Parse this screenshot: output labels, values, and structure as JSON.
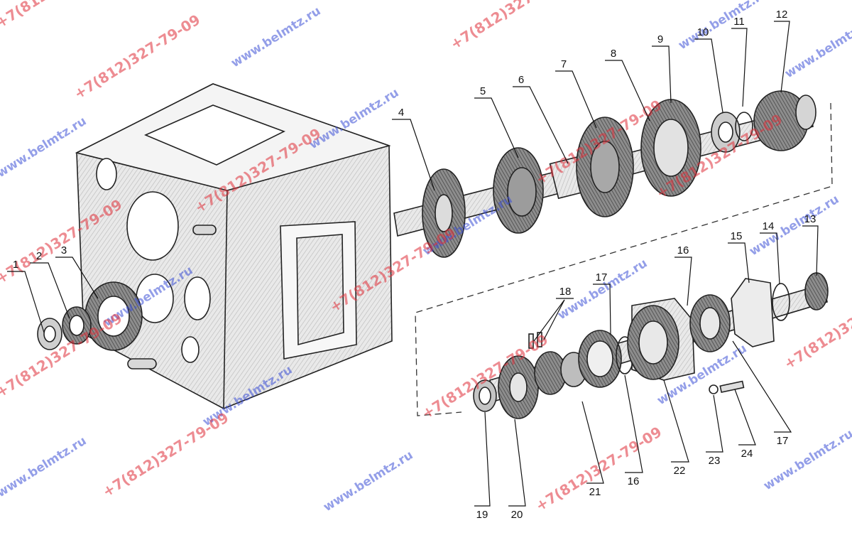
{
  "diagram": {
    "callouts": [
      {
        "id": "c1",
        "text": "1"
      },
      {
        "id": "c2",
        "text": "2"
      },
      {
        "id": "c3",
        "text": "3"
      },
      {
        "id": "c4",
        "text": "4"
      },
      {
        "id": "c5",
        "text": "5"
      },
      {
        "id": "c6",
        "text": "6"
      },
      {
        "id": "c7",
        "text": "7"
      },
      {
        "id": "c8",
        "text": "8"
      },
      {
        "id": "c9",
        "text": "9"
      },
      {
        "id": "c10",
        "text": "10"
      },
      {
        "id": "c11",
        "text": "11"
      },
      {
        "id": "c12",
        "text": "12"
      },
      {
        "id": "c13",
        "text": "13"
      },
      {
        "id": "c14",
        "text": "14"
      },
      {
        "id": "c15",
        "text": "15"
      },
      {
        "id": "c16a",
        "text": "16"
      },
      {
        "id": "c17a",
        "text": "17"
      },
      {
        "id": "c18",
        "text": "18"
      },
      {
        "id": "c19",
        "text": "19"
      },
      {
        "id": "c20",
        "text": "20"
      },
      {
        "id": "c21",
        "text": "21"
      },
      {
        "id": "c16b",
        "text": "16"
      },
      {
        "id": "c22",
        "text": "22"
      },
      {
        "id": "c23",
        "text": "23"
      },
      {
        "id": "c24",
        "text": "24"
      },
      {
        "id": "c17b",
        "text": "17"
      }
    ]
  },
  "watermark": {
    "site": "www.belmtz.ru",
    "phone": "+7(812)327-79-09",
    "site_color": "#3b4fd6",
    "phone_color": "#e0303a"
  }
}
